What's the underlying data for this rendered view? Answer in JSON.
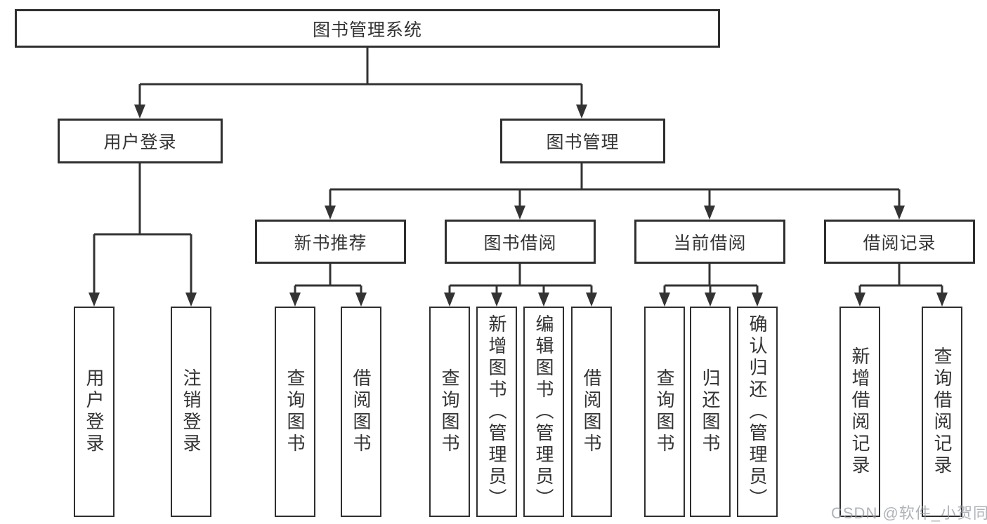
{
  "diagram_type": "hierarchy-tree",
  "colors": {
    "background": "#ffffff",
    "line": "#333333",
    "box_border": "#2f2f2f",
    "text": "#333333",
    "watermark": "#969aa2"
  },
  "tree": {
    "root": {
      "label": "图书管理系统",
      "children": [
        {
          "label": "用户登录",
          "children": [
            {
              "label": "用户登录"
            },
            {
              "label": "注销登录"
            }
          ]
        },
        {
          "label": "图书管理",
          "children": [
            {
              "label": "新书推荐",
              "children": [
                {
                  "label": "查询图书"
                },
                {
                  "label": "借阅图书"
                }
              ]
            },
            {
              "label": "图书借阅",
              "children": [
                {
                  "label": "查询图书"
                },
                {
                  "label": "新增图书（管理员）"
                },
                {
                  "label": "编辑图书（管理员）"
                },
                {
                  "label": "借阅图书"
                }
              ]
            },
            {
              "label": "当前借阅",
              "children": [
                {
                  "label": "查询图书"
                },
                {
                  "label": "归还图书"
                },
                {
                  "label": "确认归还（管理员）"
                }
              ]
            },
            {
              "label": "借阅记录",
              "children": [
                {
                  "label": "新增借阅记录"
                },
                {
                  "label": "查询借阅记录"
                }
              ]
            }
          ]
        }
      ]
    }
  },
  "watermark": {
    "text": "CSDN @软件_小贺同学"
  }
}
